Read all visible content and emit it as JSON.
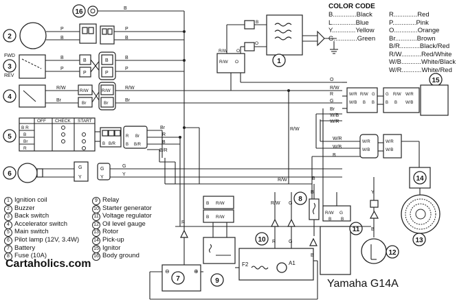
{
  "color_code": {
    "title": "COLOR CODE",
    "left": [
      {
        "code": "B",
        "name": "Black"
      },
      {
        "code": "L",
        "name": "Blue"
      },
      {
        "code": "Y",
        "name": "Yellow"
      },
      {
        "code": "G",
        "name": "Green"
      }
    ],
    "right": [
      {
        "code": "R",
        "name": "Red"
      },
      {
        "code": "P",
        "name": "Pink"
      },
      {
        "code": "O",
        "name": "Orange"
      },
      {
        "code": "Br",
        "name": "Brown"
      },
      {
        "code": "B/R",
        "name": "Black/Red"
      },
      {
        "code": "R/W",
        "name": "Red/White"
      },
      {
        "code": "W/B",
        "name": "White/Black"
      },
      {
        "code": "W/R",
        "name": "White/Red"
      }
    ]
  },
  "legend_left": [
    {
      "num": "1",
      "label": "Ignition coil"
    },
    {
      "num": "2",
      "label": "Buzzer"
    },
    {
      "num": "3",
      "label": "Back switch"
    },
    {
      "num": "4",
      "label": "Accelerator switch"
    },
    {
      "num": "5",
      "label": "Main switch"
    },
    {
      "num": "6",
      "label": "Pilot lamp (12V, 3.4W)"
    },
    {
      "num": "7",
      "label": "Battery"
    },
    {
      "num": "8",
      "label": "Fuse (10A)"
    }
  ],
  "legend_right": [
    {
      "num": "9",
      "label": "Relay"
    },
    {
      "num": "10",
      "label": "Starter generator"
    },
    {
      "num": "11",
      "label": "Voltage regulator"
    },
    {
      "num": "12",
      "label": "Oil level gauge"
    },
    {
      "num": "13",
      "label": "Rotor"
    },
    {
      "num": "14",
      "label": "Pick-up"
    },
    {
      "num": "15",
      "label": "Ignitor"
    },
    {
      "num": "16",
      "label": "Body ground"
    }
  ],
  "site": "Cartaholics.com",
  "model": "Yamaha G14A",
  "switch_table": {
    "headers": [
      "OFF",
      "CHECK",
      "START"
    ],
    "rows": [
      "B R",
      "B",
      "Br",
      "R"
    ]
  },
  "labels": {
    "fwd": "FWD",
    "rev": "REV",
    "f2": "F2",
    "a1": "A1"
  }
}
